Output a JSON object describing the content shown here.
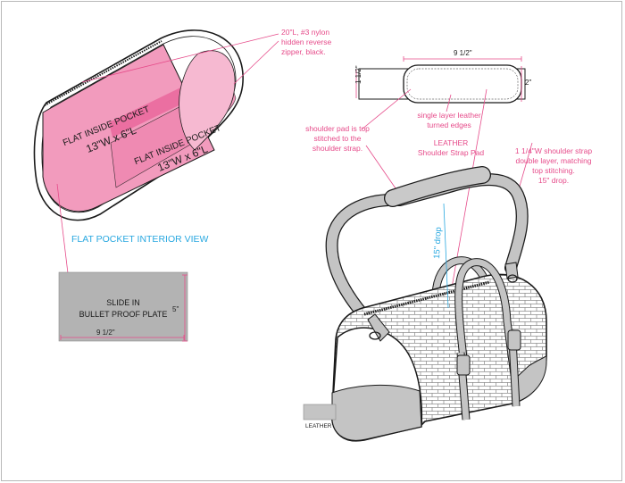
{
  "colors": {
    "callout": "#e64b8a",
    "title": "#29a8e0",
    "pocket_fill": "#f29bbd",
    "leather": "#c4c4c4",
    "outline": "#1a1a1a"
  },
  "callouts": {
    "zipper": [
      "20\"L, #3 nylon",
      "hidden reverse",
      "zipper, black."
    ],
    "shoulder_pad": [
      "shoulder pad is top",
      "stitched to the",
      "shoulder strap."
    ],
    "leather_edges": [
      "single layer leather",
      "turned edges"
    ],
    "strap": [
      "1 1/4\"W shoulder strap",
      "double layer, matching",
      "top stitching.",
      "15\" drop."
    ]
  },
  "labels": {
    "pad_title": [
      "LEATHER",
      "Shoulder Strap Pad"
    ],
    "interior_view": "FLAT POCKET INTERIOR VIEW",
    "pocket_one": [
      "FLAT INSIDE POCKET",
      "13\"W x 6\"L"
    ],
    "pocket_two": [
      "FLAT INSIDE POCKET",
      "13\"W x 6\"L"
    ],
    "plate": [
      "SLIDE IN",
      "BULLET PROOF PLATE"
    ],
    "drop": "15\" drop",
    "legend": "LEATHER"
  },
  "dimensions": {
    "pad_width": "9 1/2\"",
    "pad_height_left": "1 1/2\"",
    "pad_height_right": "2\"",
    "plate_width": "9 1/2\"",
    "plate_height": "5\""
  }
}
